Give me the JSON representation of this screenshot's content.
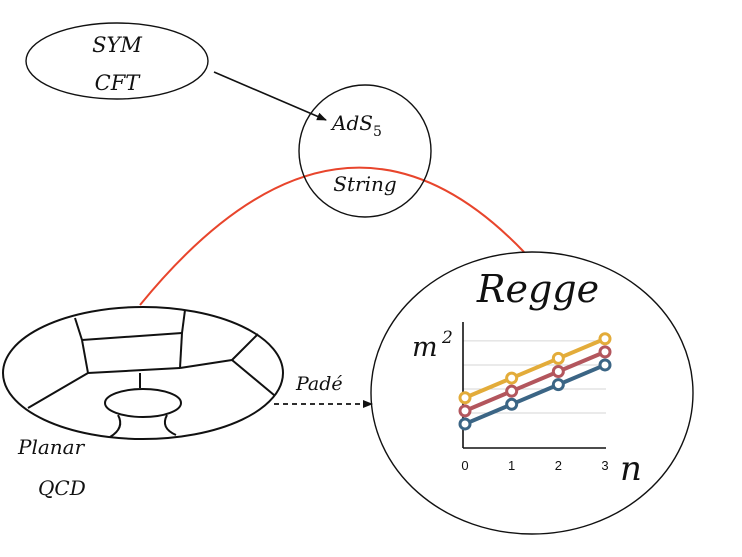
{
  "nodes": {
    "sym_cft": {
      "line1": "SYM",
      "line2": "CFT"
    },
    "ads": {
      "line1": "AdS",
      "subscript": "5",
      "line2": "String"
    },
    "qcd": {
      "line1": "Planar",
      "line2": "QCD"
    },
    "regge": {
      "title": "Regge"
    }
  },
  "edges": {
    "pade_label": "Padé"
  },
  "colors": {
    "link_arc": "#e8452c",
    "series": [
      "#e3ac3a",
      "#b3565d",
      "#3b6585"
    ]
  },
  "chart_data": {
    "type": "line",
    "title": "",
    "xlabel": "n",
    "ylabel": "m",
    "ylabel_superscript": "2",
    "x": [
      0,
      1,
      2,
      3
    ],
    "x_tick_labels": [
      "0",
      "1",
      "2",
      "3"
    ],
    "series": [
      {
        "values": [
          2.3,
          3.2,
          4.1,
          5.0
        ]
      },
      {
        "values": [
          1.7,
          2.6,
          3.5,
          4.4
        ]
      },
      {
        "values": [
          1.1,
          2.0,
          2.9,
          3.8
        ]
      }
    ],
    "ylim": [
      0,
      5.4
    ],
    "grid": "horizontal",
    "legend": "none"
  }
}
